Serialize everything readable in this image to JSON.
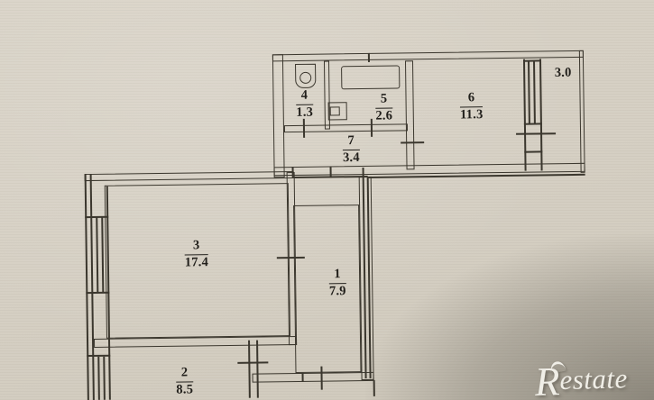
{
  "document": {
    "type": "apartment-floor-plan",
    "style": "scanned BTI technical plan"
  },
  "rooms": [
    {
      "id": "1",
      "number": "1",
      "area": "7.9"
    },
    {
      "id": "2",
      "number": "2",
      "area": "8.5"
    },
    {
      "id": "3",
      "number": "3",
      "area": "17.4"
    },
    {
      "id": "4",
      "number": "4",
      "area": "1.3"
    },
    {
      "id": "5",
      "number": "5",
      "area": "2.6"
    },
    {
      "id": "6",
      "number": "6",
      "area": "11.3"
    },
    {
      "id": "7",
      "number": "7",
      "area": "3.4"
    }
  ],
  "balcony": {
    "area": "3.0"
  },
  "fixtures": [
    "toilet",
    "bathtub",
    "sink"
  ],
  "watermark": {
    "initial": "R",
    "rest": "estate",
    "full": "Restate"
  },
  "colors": {
    "paper": "#d6d0c4",
    "ink": "#3b372e",
    "corner_shadow": "#504c42",
    "watermark": "#f0eee7"
  }
}
